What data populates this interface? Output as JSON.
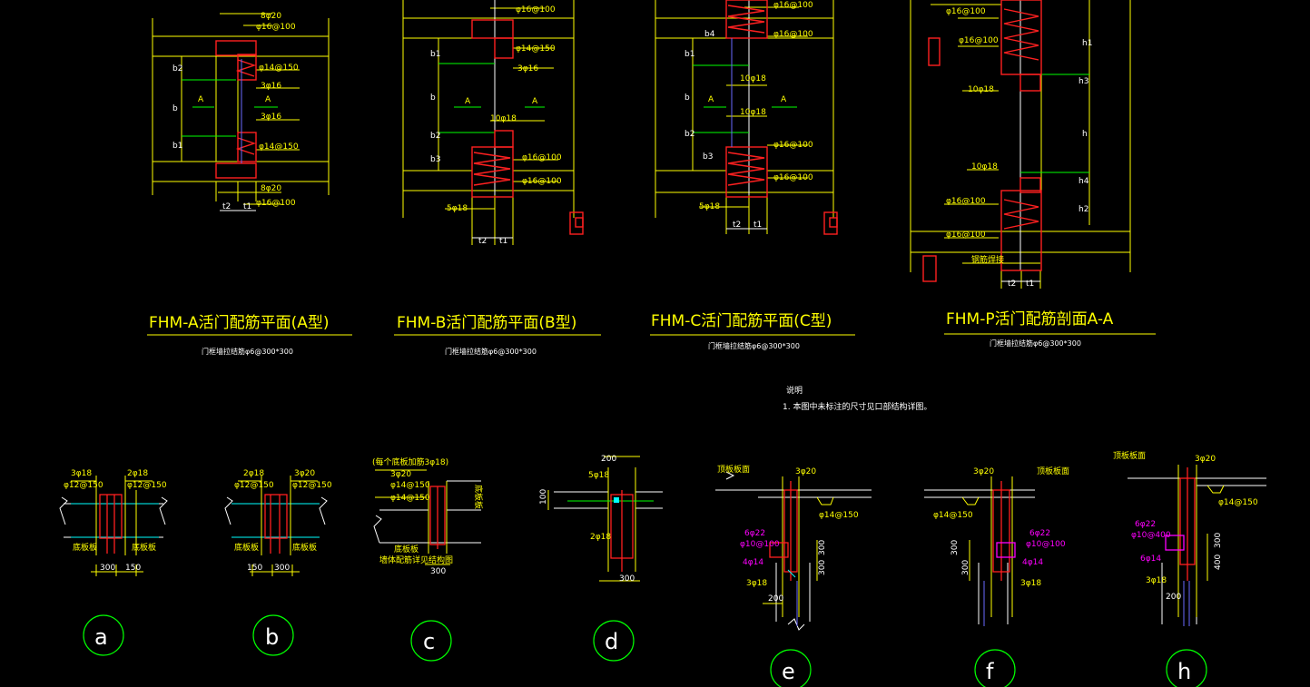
{
  "colors": {
    "background": "#000000",
    "yellow": "#ffff00",
    "white": "#ffffff",
    "red": "#ff2020",
    "green": "#00ff00",
    "cyan": "#00ffff",
    "magenta": "#ff00ff",
    "blue": "#6a6aff"
  },
  "plans": [
    {
      "title": "FHM-A活门配筋平面(A型)",
      "subtitle": "门框墙拉结筋φ6@300*300",
      "labels": [
        "8φ20",
        "φ16@100",
        "φ14@150",
        "3φ16",
        "3φ16",
        "φ14@150",
        "8φ20",
        "φ16@100"
      ],
      "dims": [
        "b2",
        "b",
        "b1",
        "t2",
        "t1"
      ],
      "section_marks": [
        "A",
        "A"
      ]
    },
    {
      "title": "FHM-B活门配筋平面(B型)",
      "subtitle": "门框墙拉结筋φ6@300*300",
      "labels": [
        "φ16@100",
        "φ14@150",
        "3φ16",
        "10φ18",
        "φ16@100",
        "φ16@100",
        "5φ18"
      ],
      "dims": [
        "b1",
        "b",
        "b2",
        "b3",
        "t2",
        "t1"
      ],
      "section_marks": [
        "A",
        "A"
      ]
    },
    {
      "title": "FHM-C活门配筋平面(C型)",
      "subtitle": "门框墙拉结筋φ6@300*300",
      "labels": [
        "φ16@100",
        "φ16@100",
        "10φ18",
        "10φ18",
        "φ16@100",
        "φ16@100",
        "5φ18"
      ],
      "dims": [
        "b1",
        "b4",
        "b",
        "b2",
        "b3",
        "t2",
        "t1"
      ],
      "section_marks": [
        "A",
        "A"
      ]
    },
    {
      "title": "FHM-P活门配筋剖面A-A",
      "subtitle": "门框墙拉结筋φ6@300*300",
      "labels": [
        "φ16@100",
        "φ16@100",
        "10φ18",
        "10φ18",
        "φ16@100",
        "φ16@100",
        "钢筋焊接"
      ],
      "dims": [
        "h1",
        "h3",
        "h",
        "h4",
        "h2",
        "t2",
        "t1"
      ]
    }
  ],
  "notes": {
    "heading": "说明",
    "line1": "1. 本图中未标注的尺寸见口部结构详图。"
  },
  "details": [
    {
      "mark": "a",
      "labels": [
        "3φ18",
        "φ12@150",
        "2φ18",
        "φ12@150",
        "底板板",
        "底板板"
      ],
      "dims": [
        "300",
        "150"
      ]
    },
    {
      "mark": "b",
      "labels": [
        "2φ18",
        "φ12@150",
        "3φ20",
        "φ12@150",
        "底板板",
        "底板板"
      ],
      "dims": [
        "150",
        "300"
      ]
    },
    {
      "mark": "c",
      "labels": [
        "(每个底板加筋3φ18)",
        "3φ20",
        "φ14@150",
        "φ14@150",
        "底板板",
        "底板板",
        "墙体配筋详见结构图"
      ],
      "dims": [
        "300"
      ]
    },
    {
      "mark": "d",
      "labels": [
        "5φ18",
        "2φ18"
      ],
      "dims": [
        "200",
        "100",
        "300"
      ]
    },
    {
      "mark": "e",
      "labels": [
        "顶板板面",
        "3φ20",
        "φ14@150",
        "6φ22",
        "φ10@100",
        "4φ14",
        "3φ18"
      ],
      "dims": [
        "300",
        "300",
        "200"
      ]
    },
    {
      "mark": "f",
      "labels": [
        "3φ20",
        "顶板板面",
        "φ14@150",
        "6φ22",
        "φ10@100",
        "4φ14",
        "3φ18"
      ],
      "dims": [
        "300",
        "300"
      ]
    },
    {
      "mark": "h",
      "labels": [
        "顶板板面",
        "3φ20",
        "φ14@150",
        "6φ22",
        "φ10@400",
        "6φ14",
        "3φ18"
      ],
      "dims": [
        "300",
        "400",
        "200"
      ]
    }
  ]
}
